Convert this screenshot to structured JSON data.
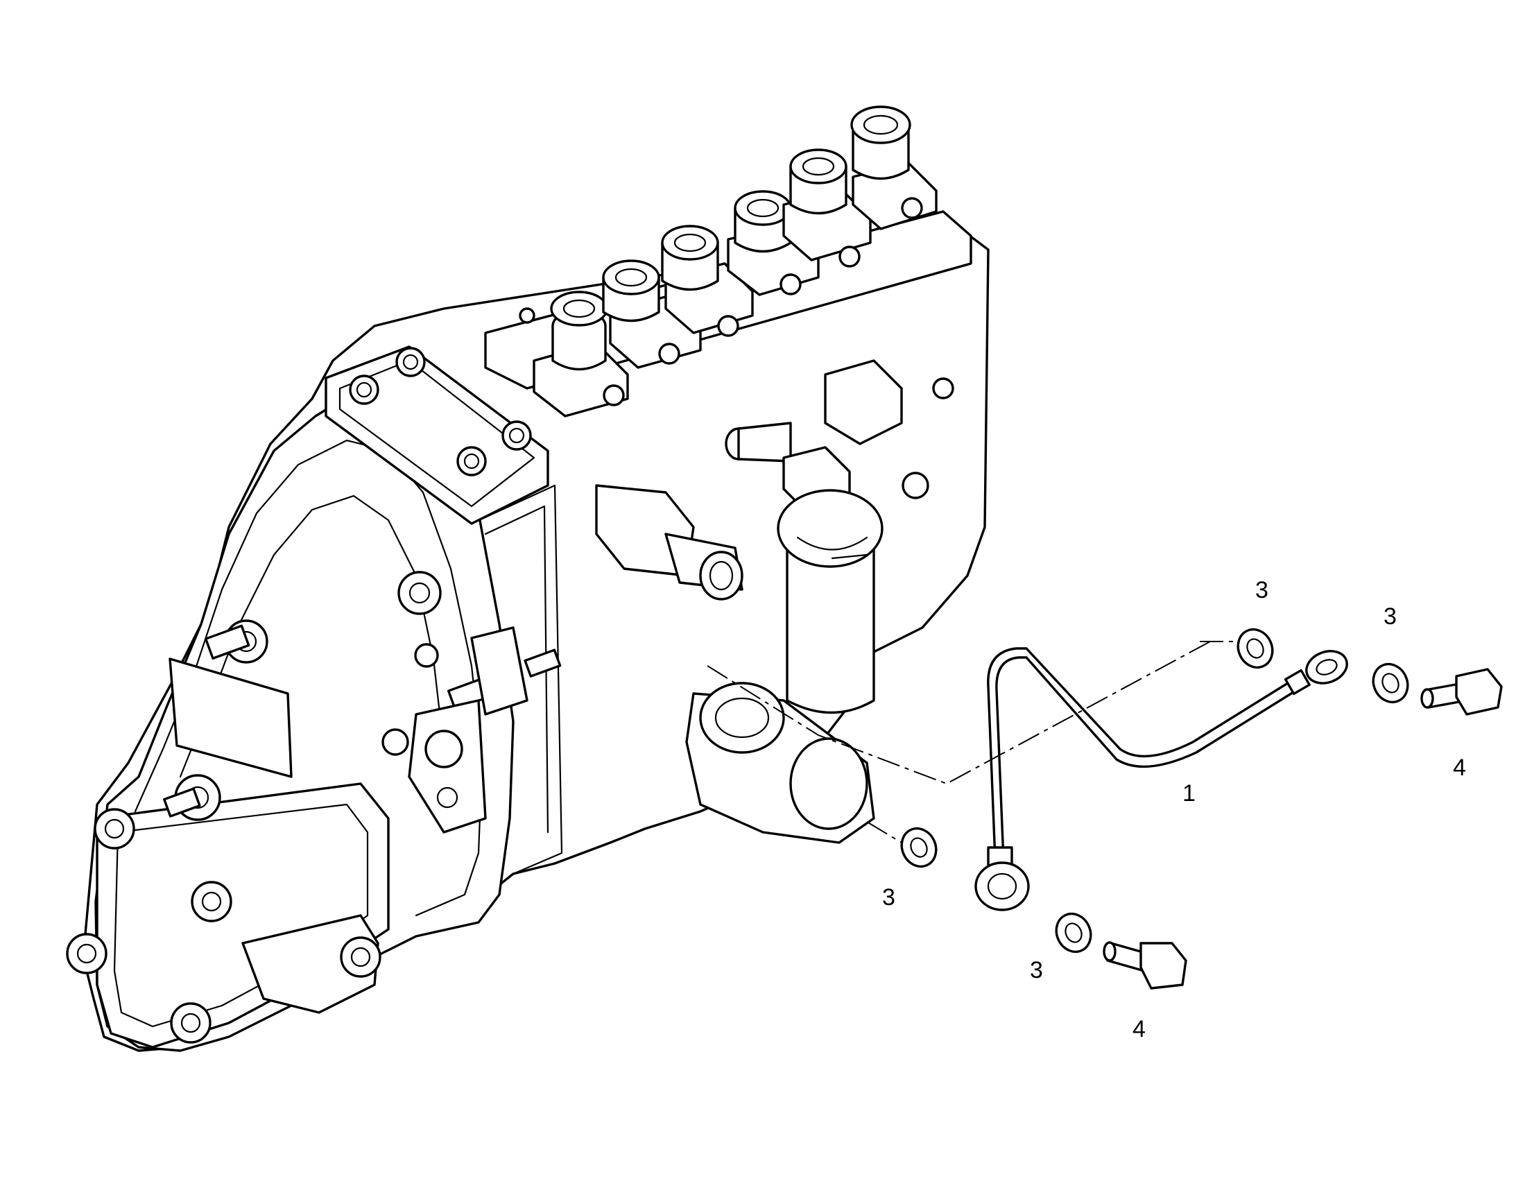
{
  "callouts": {
    "pipe": "1",
    "washer_a": "3",
    "washer_b": "3",
    "washer_c": "3",
    "washer_d": "3",
    "banjo_bolt_a": "4",
    "banjo_bolt_b": "4"
  },
  "colors": {
    "line": "#000000",
    "background": "#ffffff"
  }
}
